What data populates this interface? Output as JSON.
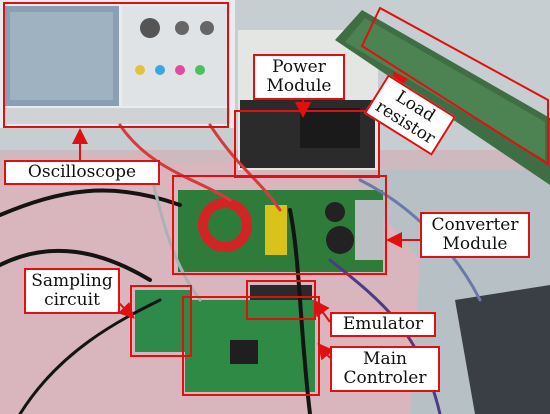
{
  "labels": {
    "oscilloscope": "Oscilloscope",
    "power_module_line1": "Power",
    "power_module_line2": "Module",
    "load_resistor_line1": "Load",
    "load_resistor_line2": "resistor",
    "converter_module_line1": "Converter",
    "converter_module_line2": "Module",
    "sampling_circuit_line1": "Sampling",
    "sampling_circuit_line2": "circuit",
    "emulator": "Emulator",
    "main_controler_line1": "Main",
    "main_controler_line2": "Controler"
  },
  "colors": {
    "annotation": "#e01010",
    "label_background": "#ffffff"
  }
}
